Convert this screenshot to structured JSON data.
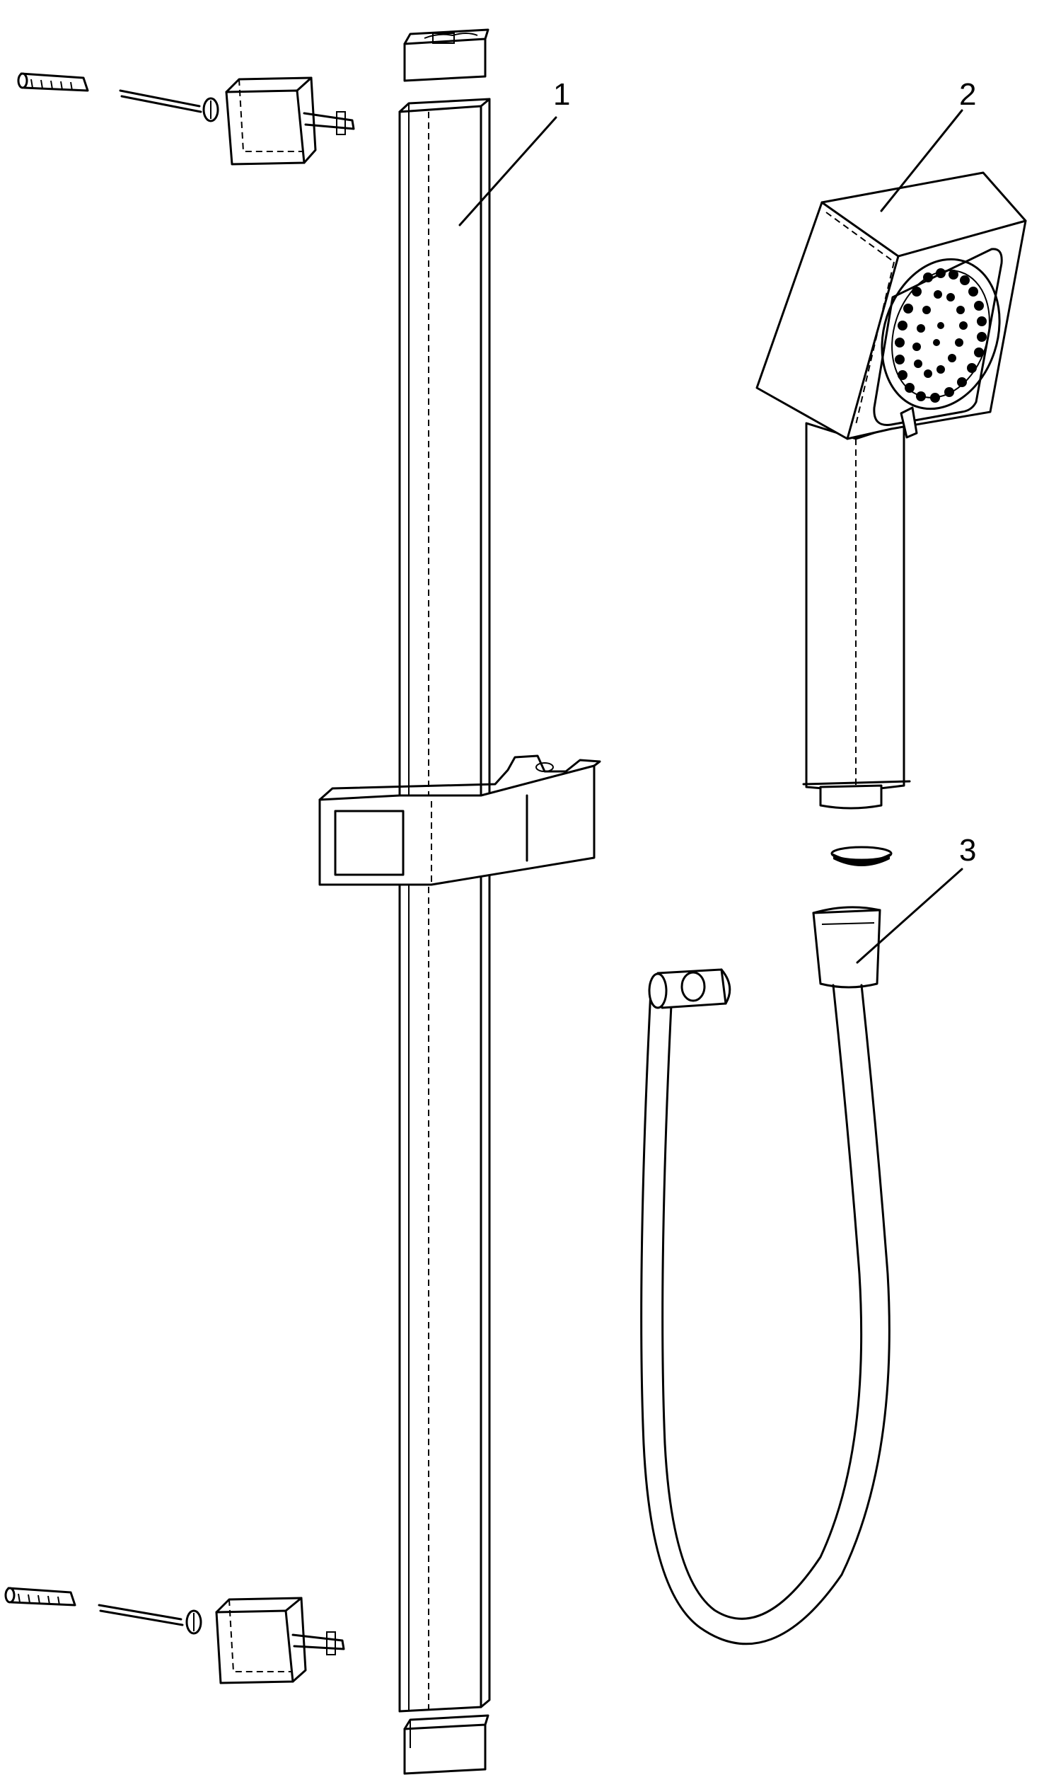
{
  "diagram": {
    "parts": [
      {
        "number": "1"
      },
      {
        "number": "2"
      },
      {
        "number": "3"
      }
    ]
  }
}
